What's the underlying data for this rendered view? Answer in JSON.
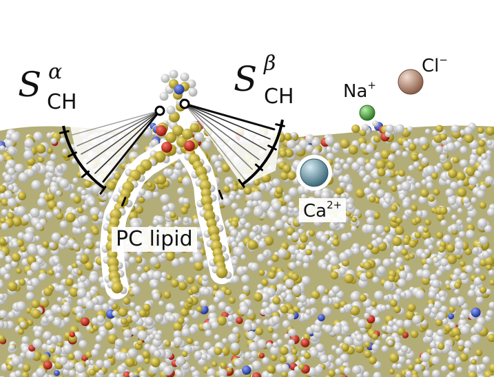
{
  "labels": {
    "s_alpha": {
      "symbol": "S",
      "superscript": "α",
      "subscript": "CH"
    },
    "s_beta": {
      "symbol": "S",
      "superscript": "β",
      "subscript": "CH"
    },
    "sodium": {
      "text": "Na",
      "charge": "+"
    },
    "chloride": {
      "text": "Cl",
      "charge": "−"
    },
    "calcium": {
      "text": "Ca",
      "charge": "2+"
    },
    "lipid": "PC lipid"
  },
  "colors": {
    "carbon_tail": "#c9b437",
    "hydrogen": "#e6e6e6",
    "oxygen": "#d42a1e",
    "nitrogen": "#3a55c8",
    "phosphorus": "#b0862a",
    "sodium": "#5fbf52",
    "chloride": "#c79a84",
    "calcium": "#6f9fb0",
    "membrane_back": "#a5a06a"
  }
}
